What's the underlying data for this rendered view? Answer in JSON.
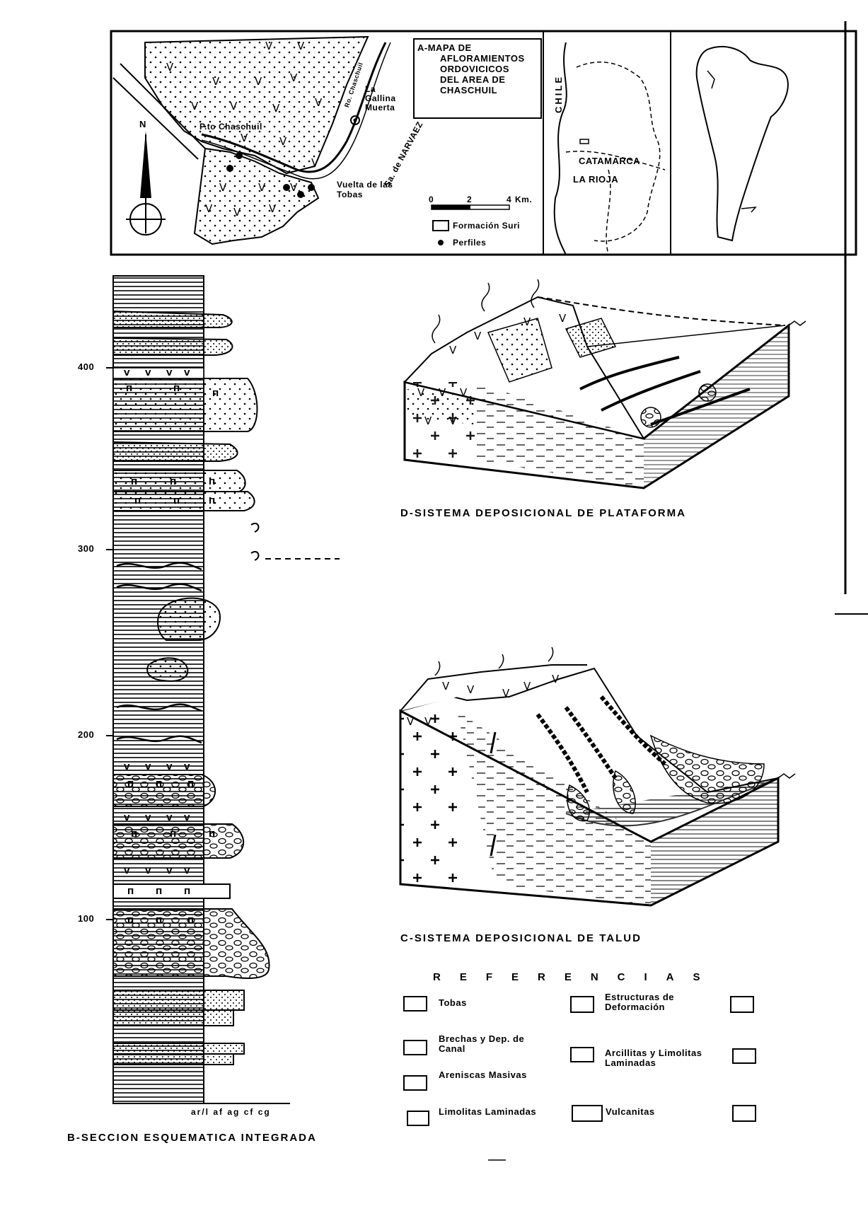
{
  "map": {
    "title_lines": [
      "A-MAPA DE",
      "AFLORAMIENTOS",
      "ORDOVICICOS",
      "DEL AREA DE",
      "CHASCHUIL"
    ],
    "north": "N",
    "places": {
      "gallina": "La Gallina Muerta",
      "chaschuil": "P.to Chaschuil",
      "vuelta": "Vuelta de las Tobas",
      "sierra": "Sa. de NARVAEZ",
      "river": "Ro. Chaschuil"
    },
    "scale": {
      "ticks": [
        "0",
        "2",
        "4"
      ],
      "unit": "Km."
    },
    "legend": {
      "formation": "Formación Suri",
      "profiles": "Perfiles"
    },
    "locator": {
      "country": "CHILE",
      "province1": "CATAMARCA",
      "province2": "LA RIOJA"
    }
  },
  "section": {
    "title": "B-SECCION ESQUEMATICA INTEGRADA",
    "ticks": [
      "400",
      "300",
      "200",
      "100"
    ],
    "grain_axis": "ar/l af ag cf cg"
  },
  "blocks": {
    "platform": "D-SISTEMA DEPOSICIONAL DE PLATAFORMA",
    "slope": "C-SISTEMA DEPOSICIONAL DE TALUD"
  },
  "references": {
    "heading": "REFERENCIAS",
    "items": {
      "tobas": "Tobas",
      "brechas": "Brechas y Dep. de Canal",
      "areniscas": "Areniscas Masivas",
      "limolitas": "Limolitas Laminadas",
      "estructuras": "Estructuras de Deformación",
      "arcillitas": "Arcillitas y Limolitas Laminadas",
      "vulcanitas": "Vulcanitas"
    }
  }
}
